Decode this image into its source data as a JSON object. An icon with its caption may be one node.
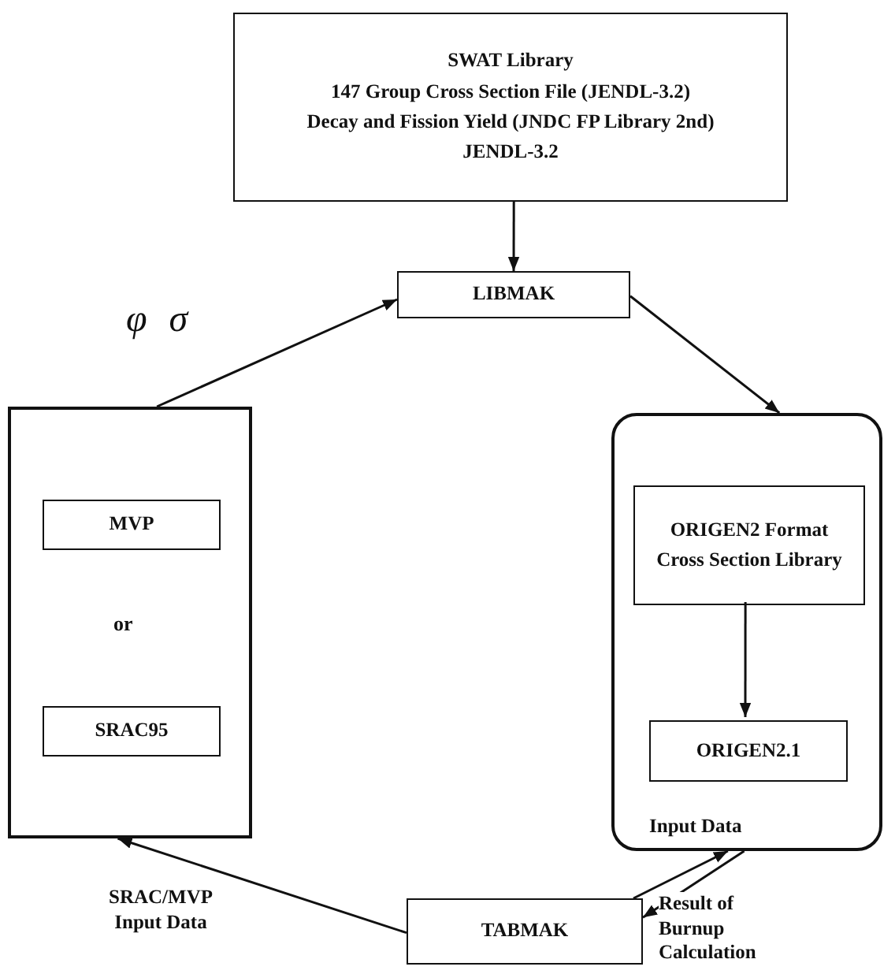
{
  "diagram": {
    "nodes": [
      {
        "text": [
          "SWAT Library",
          "147 Group Cross Section File (JENDL-3.2)",
          "Decay and Fission Yield (JNDC FP Library 2nd)",
          "JENDL-3.2"
        ]
      },
      {
        "text": [
          "LIBMAK"
        ]
      },
      {
        "text": [],
        "shape": "box"
      },
      {
        "text": [
          "MVP"
        ],
        "in": 2
      },
      {
        "text": [
          "SRAC95"
        ],
        "in": 2
      },
      {
        "text": [],
        "shape": "box"
      },
      {
        "text": [
          "ORIGEN2 Format Cross Section Library"
        ],
        "in": 5
      },
      {
        "text": [
          "ORIGEN2.1"
        ],
        "in": 5
      },
      {
        "text": [
          "TABMAK"
        ]
      }
    ],
    "edges": [
      {
        "from": 0,
        "to": 1,
        "arrow": "to"
      },
      {
        "from": 1,
        "to": 5,
        "arrow": "to"
      },
      {
        "from": 6,
        "to": 7,
        "arrow": "to"
      },
      {
        "from": 8,
        "to": 5,
        "arrow": "to",
        "label": "Input Data"
      },
      {
        "from": 5,
        "to": 8,
        "arrow": "to",
        "label": "Result of Burnup Calculation"
      },
      {
        "from": 8,
        "to": 2,
        "arrow": "to",
        "label": "SRAC/MVP Input Data"
      },
      {
        "from": 2,
        "to": 1,
        "arrow": "to",
        "label": "φ σ"
      }
    ],
    "labels": [
      "or"
    ]
  }
}
